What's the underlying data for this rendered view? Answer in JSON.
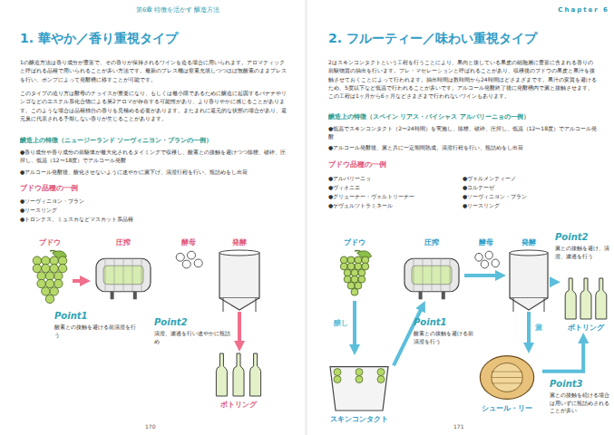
{
  "diagram": {
    "nodes": [
      {
        "text": [
          "ブドウ"
        ]
      },
      {
        "text": [
          "圧搾"
        ]
      },
      {
        "text": [
          "酵母"
        ]
      },
      {
        "text": [
          "発酵"
        ]
      },
      {
        "text": [
          "ボトリング"
        ]
      },
      {
        "text": [
          "ブドウ"
        ]
      },
      {
        "text": [
          "スキンコンタクト"
        ]
      },
      {
        "text": [
          "圧搾"
        ]
      },
      {
        "text": [
          "酵母"
        ]
      },
      {
        "text": [
          "発酵"
        ]
      },
      {
        "text": [
          "ボトリング"
        ]
      },
      {
        "text": [
          "シュール・リー"
        ]
      }
    ],
    "edges": [
      {
        "from": 0,
        "to": 1,
        "arrow": "to"
      },
      {
        "from": 3,
        "to": 4,
        "arrow": "to"
      },
      {
        "from": 5,
        "to": 6,
        "arrow": "to",
        "label": "醸し"
      },
      {
        "from": 6,
        "to": 7,
        "arrow": "to"
      },
      {
        "from": 7,
        "to": 9,
        "arrow": "to"
      },
      {
        "from": 9,
        "to": 10,
        "arrow": "to"
      },
      {
        "from": 9,
        "to": 11,
        "arrow": "to",
        "label": "澱"
      },
      {
        "from": 11,
        "to": 10,
        "arrow": "to"
      }
    ],
    "labels": [
      "第6章 特徴を活かす 醸造方法",
      "1. 華やか／香り重視タイプ",
      "1の醸造方法は香り成分が豊富で、その香りが保持されるワインを造る場合に用いられます。アロマティックと呼ばれる品種で用いられることが多い方法です。最新のプレス機は窒素充填しつつほぼ無酸素のままプレスを行い、ポンプによって発酵槽に移すことが可能です。",
      "このタイプの造り方は酵母のチョイスが重要になり、もしくは最小限であるために醸造に起因するバナナやリンゴなどのエステル系化合物による第2アロマが存在する可能性があり、より香りやかに感じることがあります。このような場合は品種独自の香りを見極める必要があります。またまれに還元的な状態の場合があり、還元臭に代表される予期しない香りが生じることがあります。",
      "醸造上の特徴（ニュージーランド ソーヴィニヨン・ブランの一例）",
      "●香り成分や香り成分の前駆体が最大化されるタイミングで収穫し、酸素との接触を避けつつ除梗、破砕、圧搾し、低温（12〜18度）でアルコール発酵",
      "●アルコール発酵後、酸化させないように速やかに澱下げ、清澄行程を行い、瓶詰めをし出荷",
      "ブドウ品種の一例",
      "●ソーヴィニヨン・ブラン",
      "●リースリング",
      "●トロンテス、ミュスカなどマスカット系品種",
      "Point1",
      "酸素との接触を避ける前清澄を行う",
      "Point2",
      "清澄、濾過を行い速やかに瓶詰め",
      "170",
      "Chapter 6",
      "2. フルーティー／味わい重視タイプ",
      "2はスキンコンタクトという工程を行うことにより、果肉と接している果皮の細胞層に豊富に含まれる香りの前駆物質の抽出を行います。プレ・マセレーションと呼ばれることがあり、収穫後のブドウの果皮と果汁を接触させておくことによって行われます。抽出時間は数時間から24時間ほどさまざまです。果汁の変質を避けるため、5度以下など低温で行われることが多いです。アルコール発酵終了後に発酵槽内で澱と接触させます。この工程は1ヶ月から6ヶ月などさまざまで行われないワインもあります。",
      "醸造上の特徴（スペイン リアス・バイシャス アルバリーニョの一例）",
      "●低温でスキンコンタクト（2〜24時間）を実施し、除梗、破砕、圧搾し、低温（12〜18度）でアルコール発酵",
      "●アルコール発酵後、澱と共に一定期間熟成、清澄行程を行い、瓶詰めをし出荷",
      "ブドウ品種の一例",
      "●アルバリーニョ",
      "●ヴィオニエ",
      "●グリューナー・ヴェルトリーナー",
      "●ゲヴュルツトラミネール",
      "●ヴェルメンティーノ",
      "●コルテーゼ",
      "●ソーヴィニヨン・ブラン",
      "●リースリング",
      "Point1",
      "酸素との接触を避ける前清澄を行う",
      "Point2",
      "澱との接触を避け、清澄、濾過を行う",
      "Point3",
      "澱との接触を続ける場合は用いずに瓶詰めされることが多い",
      "171"
    ]
  }
}
